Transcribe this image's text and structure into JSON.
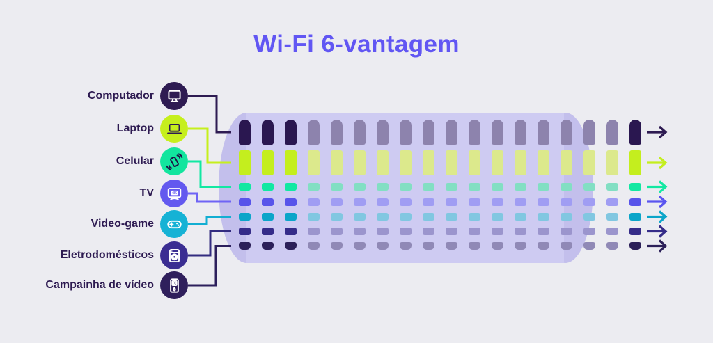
{
  "title": {
    "text": "Wi-Fi 6-vantagem",
    "color": "#6156f3"
  },
  "background_color": "#ececf1",
  "label_color": "#2e1b52",
  "pipe": {
    "body_color": "#cecbf2",
    "cap_color": "#c3bfec"
  },
  "stream": {
    "columns": 18,
    "saturated_head_columns": 3
  },
  "devices": [
    {
      "id": "computador",
      "label": "Computador",
      "icon": "desktop-monitor-icon",
      "circle_color": "#2e1b52",
      "glyph_color": "#ffffff",
      "line_color": "#2e1b52",
      "dash_color": "#2a1750",
      "dash_muted_color": "#8d83ad",
      "arrow_color": "#2e1b52",
      "bar": "tall"
    },
    {
      "id": "laptop",
      "label": "Laptop",
      "icon": "laptop-icon",
      "circle_color": "#c6ef1d",
      "glyph_color": "#2e1b52",
      "line_color": "#c6ef1d",
      "dash_color": "#c4ee1e",
      "dash_muted_color": "#dce98c",
      "arrow_color": "#c4ee1e",
      "bar": "tall"
    },
    {
      "id": "celular",
      "label": "Celular",
      "icon": "smartphone-icon",
      "circle_color": "#12e59e",
      "glyph_color": "#1d1145",
      "line_color": "#12e8a2",
      "dash_color": "#12e8a2",
      "dash_muted_color": "#82dfc3",
      "arrow_color": "#12e8a2",
      "bar": "short"
    },
    {
      "id": "tv",
      "label": "TV",
      "icon": "tv-4k-icon",
      "circle_color": "#6359ef",
      "glyph_color": "#ffffff",
      "line_color": "#6f64f5",
      "dash_color": "#5854ea",
      "dash_muted_color": "#a09df3",
      "arrow_color": "#5b55f0",
      "bar": "short",
      "badge": "4K"
    },
    {
      "id": "video-game",
      "label": "Video-game",
      "icon": "gamepad-icon",
      "circle_color": "#16b2d5",
      "glyph_color": "#ffffff",
      "line_color": "#12aed2",
      "dash_color": "#0ba5c9",
      "dash_muted_color": "#81c7e1",
      "arrow_color": "#0ba5c9",
      "bar": "short"
    },
    {
      "id": "eletrodomesticos",
      "label": "Eletrodomésticos",
      "icon": "washing-machine-icon",
      "circle_color": "#3a2d92",
      "glyph_color": "#ffffff",
      "line_color": "#332c80",
      "dash_color": "#352c89",
      "dash_muted_color": "#9b95cd",
      "arrow_color": "#352c89",
      "bar": "short"
    },
    {
      "id": "campainha",
      "label": "Campainha de vídeo",
      "icon": "video-doorbell-icon",
      "circle_color": "#2f1f5c",
      "glyph_color": "#ffffff",
      "line_color": "#2c1f5c",
      "dash_color": "#2c2059",
      "dash_muted_color": "#9089b6",
      "arrow_color": "#2c2059",
      "bar": "short"
    }
  ]
}
